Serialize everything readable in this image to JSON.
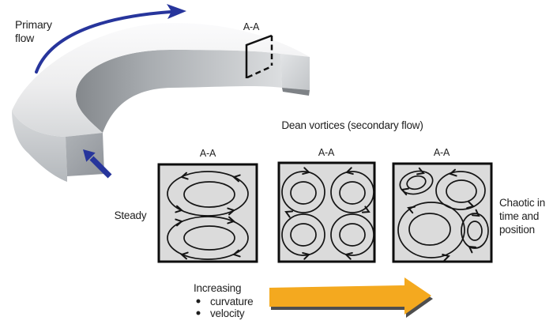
{
  "title": "Dean vortices (secondary flow)",
  "colors": {
    "primary_blue": "#27359c",
    "arrow_yellow": "#f4a91f",
    "arrow_shadow": "#4e4e4e",
    "box_fill": "#dbdbdb",
    "box_border": "#0d0d0d",
    "text": "#1e1e1e"
  },
  "primary_flow": {
    "line1": "Primary",
    "line2": "flow"
  },
  "section_marker": {
    "label": "A-A"
  },
  "cross_sections": [
    {
      "label": "A-A"
    },
    {
      "label": "A-A"
    },
    {
      "label": "A-A"
    }
  ],
  "steady_caption": "Steady",
  "chaotic_caption": {
    "line1": "Chaotic in",
    "line2": "time and",
    "line3": "position"
  },
  "increasing": {
    "heading": "Increasing",
    "bullets": [
      "curvature",
      "velocity"
    ]
  }
}
